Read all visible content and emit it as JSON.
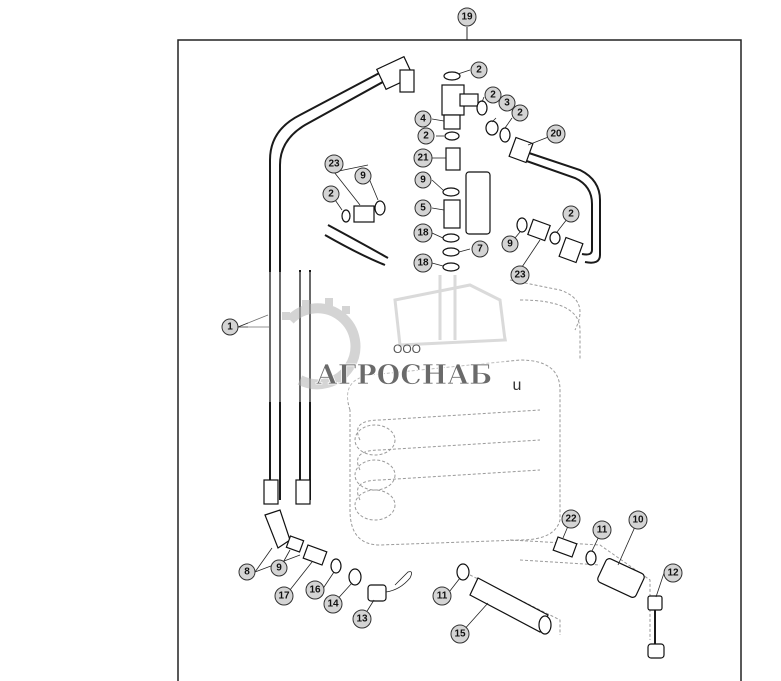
{
  "diagram": {
    "callouts": [
      "19",
      "2",
      "2",
      "3",
      "2",
      "4",
      "2",
      "21",
      "9",
      "5",
      "18",
      "7",
      "18",
      "20",
      "23",
      "9",
      "2",
      "2",
      "9",
      "23",
      "1",
      "22",
      "11",
      "10",
      "12",
      "8",
      "9",
      "17",
      "16",
      "14",
      "13",
      "11",
      "15"
    ]
  },
  "watermark": {
    "small_label": "ООО",
    "brand": "АГРОСНАБ",
    "suffix": "u"
  }
}
